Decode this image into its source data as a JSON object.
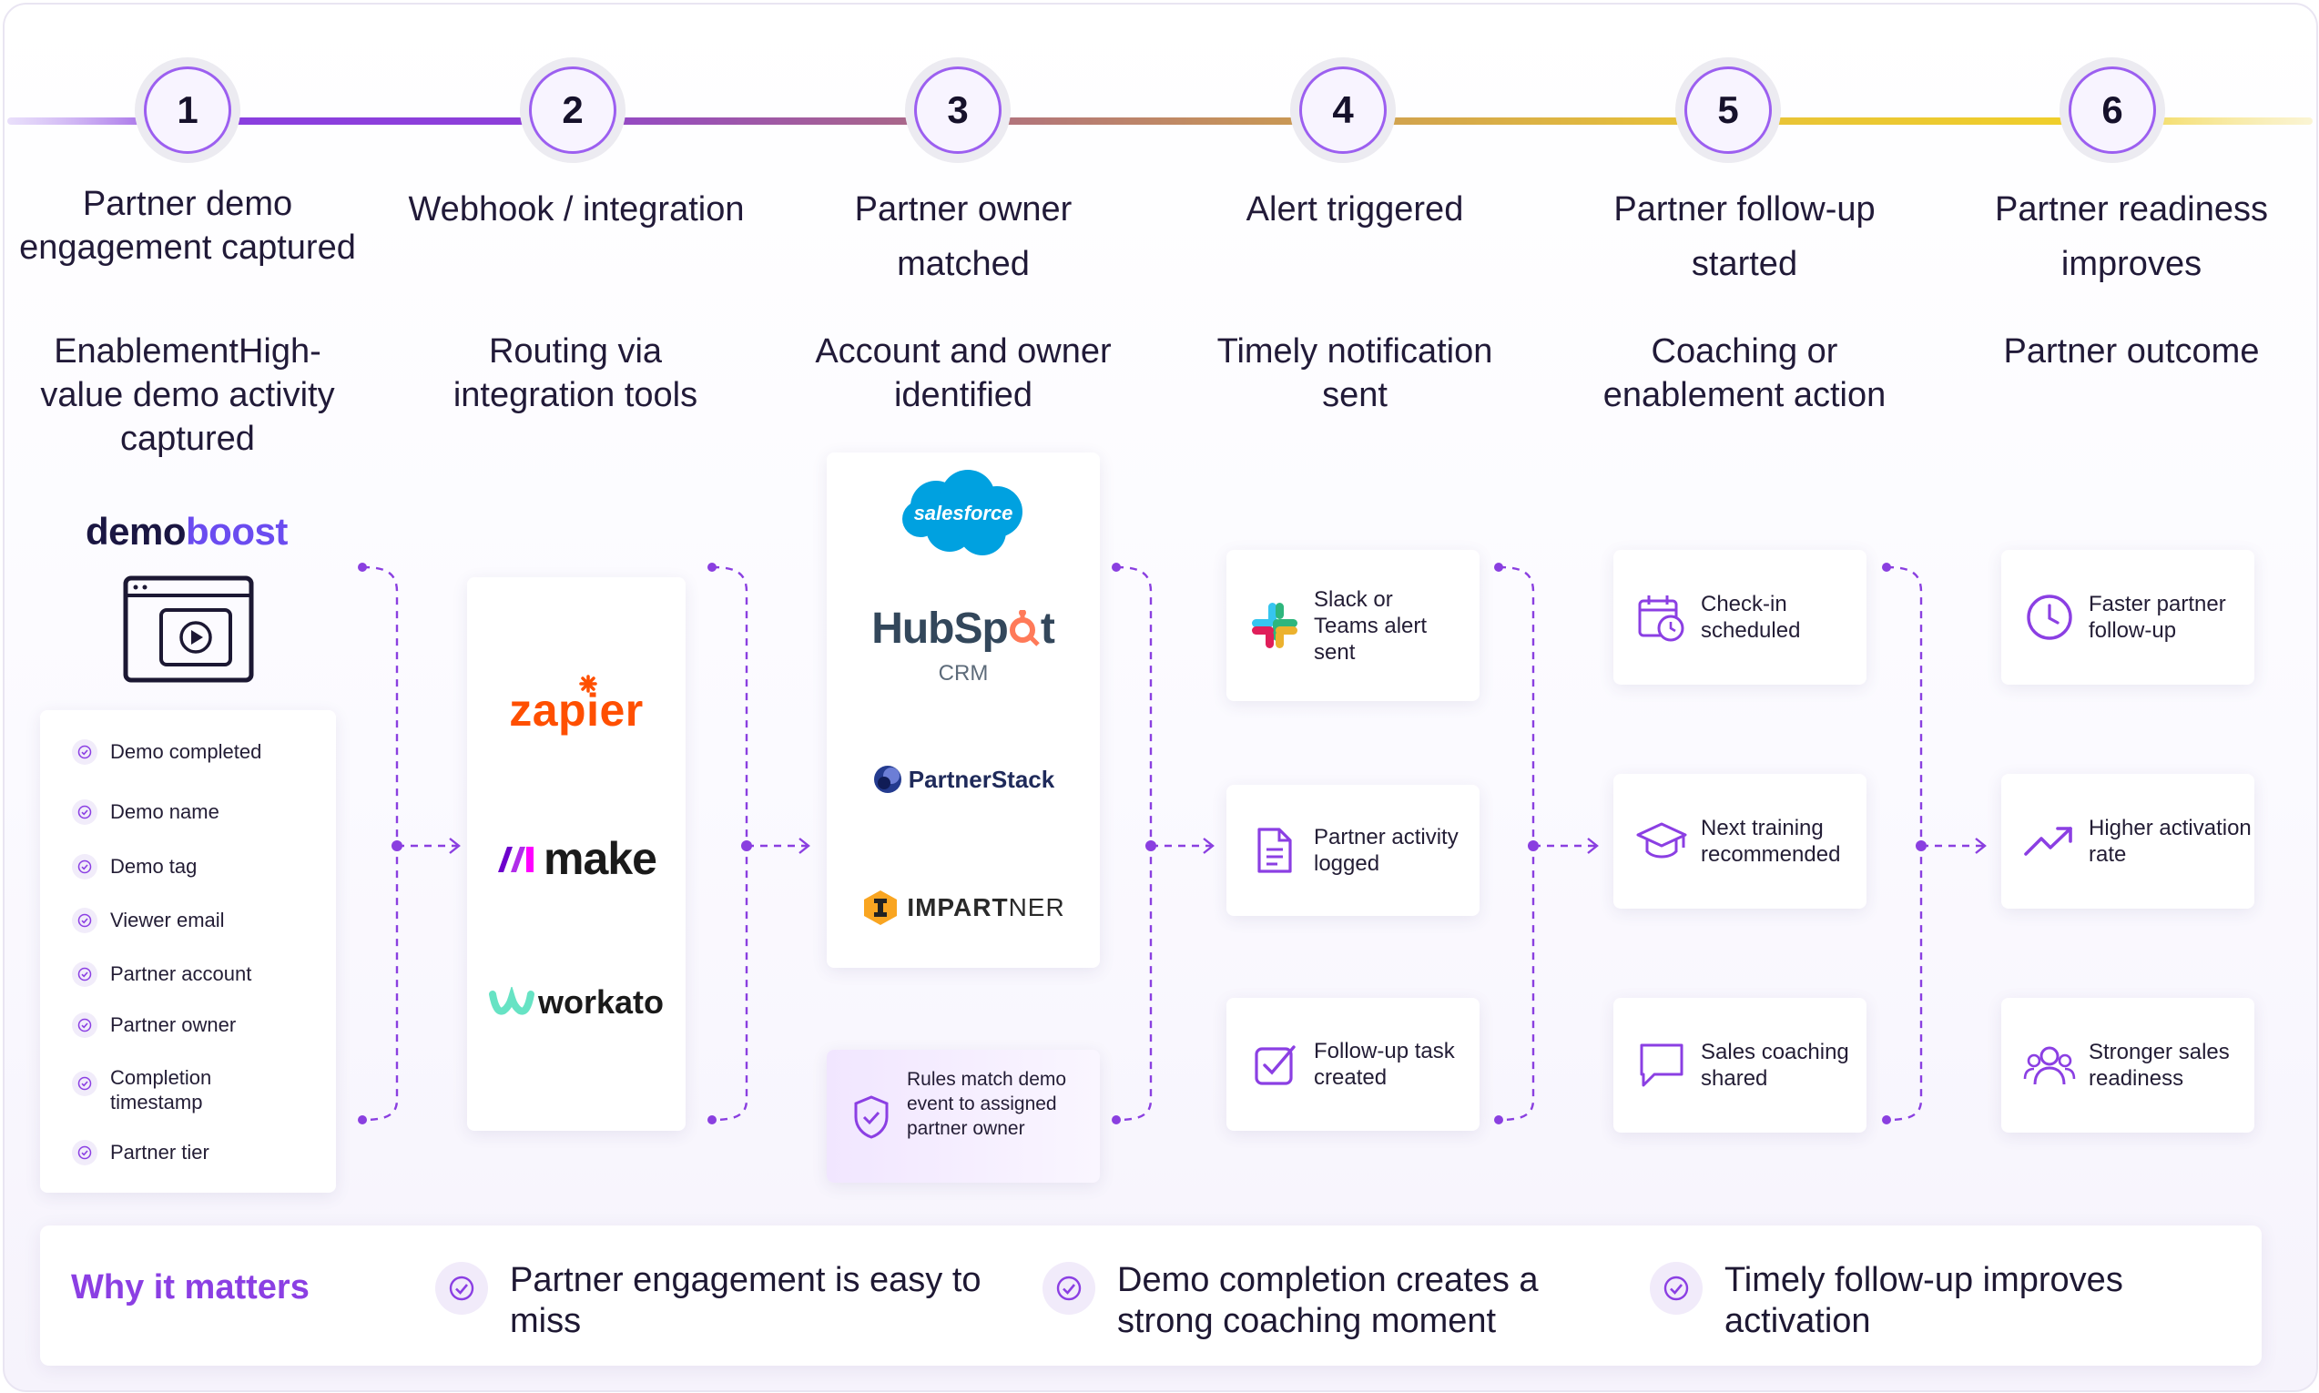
{
  "steps": [
    {
      "num": "1",
      "title": "Partner demo engagement captured",
      "sub": "EnablementHigh-value demo activity captured"
    },
    {
      "num": "2",
      "title": "Webhook / integration",
      "sub": "Routing via integration tools"
    },
    {
      "num": "3",
      "title": "Partner owner matched",
      "sub": "Account and owner identified"
    },
    {
      "num": "4",
      "title": "Alert triggered",
      "sub": "Timely notification sent"
    },
    {
      "num": "5",
      "title": "Partner follow-up started",
      "sub": "Coaching or enablement action"
    },
    {
      "num": "6",
      "title": "Partner readiness improves",
      "sub": "Partner outcome"
    }
  ],
  "source": {
    "brand_demo": "demo",
    "brand_boost": "boost",
    "fields": [
      "Demo completed",
      "Demo name",
      "Demo tag",
      "Viewer email",
      "Partner account",
      "Partner owner",
      "Completion timestamp",
      "Partner tier"
    ]
  },
  "integrations": [
    "zapier",
    "make",
    "workato"
  ],
  "crms": {
    "salesforce": "salesforce",
    "hubspot_a": "HubSp",
    "hubspot_b": "t",
    "hubspot_sub": "CRM",
    "partnerstack": "PartnerStack",
    "impartner_a": "IMPART",
    "impartner_b": "NER",
    "rules": "Rules match demo event to assigned partner owner"
  },
  "alerts": [
    "Slack or Teams alert sent",
    "Partner activity logged",
    "Follow-up task created"
  ],
  "actions": [
    "Check-in scheduled",
    "Next training recommended",
    "Sales coaching shared"
  ],
  "outcomes": [
    "Faster partner follow-up",
    "Higher activation rate",
    "Stronger sales readiness"
  ],
  "why": {
    "title": "Why it matters",
    "items": [
      "Partner engagement is easy to miss",
      "Demo completion creates a strong coaching moment",
      "Timely follow-up improves activation"
    ]
  },
  "colors": {
    "accent": "#8b3fe3",
    "dashed": "#8a3fe0",
    "timeline_start": "#8a3fe0",
    "timeline_end": "#f3cc2a"
  }
}
